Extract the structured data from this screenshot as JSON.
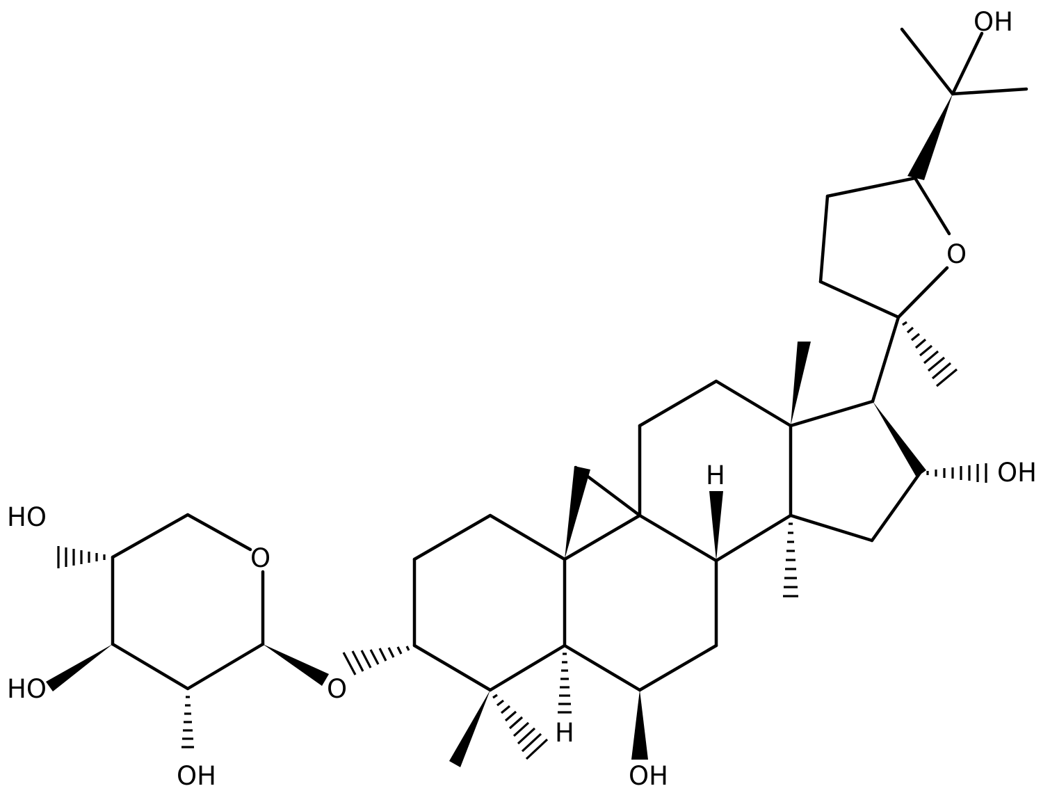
{
  "atom_labels": {
    "oh_terminal": "OH",
    "o_ring_thf": "O",
    "oh_c16": "OH",
    "h_c8": "H",
    "ho_xyl_c4": "HO",
    "o_ring_xyl": "O",
    "ho_xyl_c3": "HO",
    "o_glycosidic": "O",
    "h_c5": "H",
    "oh_xyl_c2": "OH",
    "oh_c6": "OH"
  }
}
